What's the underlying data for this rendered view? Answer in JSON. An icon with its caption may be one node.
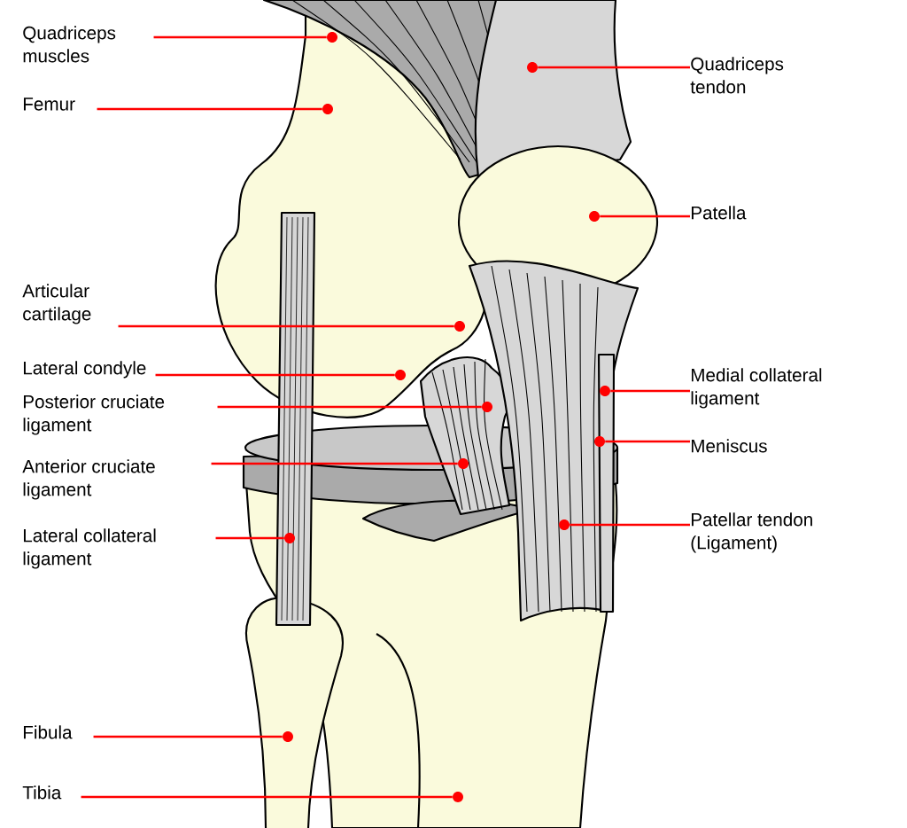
{
  "diagram": {
    "nodes": [
      {
        "text": [
          "Quadriceps muscles"
        ]
      },
      {
        "text": [
          "Quadriceps tendon"
        ]
      },
      {
        "text": [
          "Femur"
        ]
      },
      {
        "text": [
          "Patella"
        ]
      },
      {
        "text": [
          "Articular cartilage"
        ]
      },
      {
        "text": [
          "Lateral condyle"
        ]
      },
      {
        "text": [
          "Medial collateral ligament"
        ]
      },
      {
        "text": [
          "Posterior cruciate ligament"
        ]
      },
      {
        "text": [
          "Meniscus"
        ]
      },
      {
        "text": [
          "Anterior cruciate ligament"
        ]
      },
      {
        "text": [
          "Patellar tendon (Ligament)"
        ]
      },
      {
        "text": [
          "Lateral collateral ligament"
        ]
      },
      {
        "text": [
          "Fibula"
        ]
      },
      {
        "text": [
          "Tibia"
        ]
      },
      {
        "text": [],
        "shape": "circle"
      },
      {
        "text": [],
        "shape": "circle"
      },
      {
        "text": [],
        "shape": "circle"
      },
      {
        "text": [],
        "shape": "circle"
      },
      {
        "text": [],
        "shape": "circle"
      },
      {
        "text": [],
        "shape": "circle"
      },
      {
        "text": [],
        "shape": "circle"
      },
      {
        "text": [],
        "shape": "circle"
      },
      {
        "text": [],
        "shape": "circle"
      },
      {
        "text": [],
        "shape": "circle"
      },
      {
        "text": [],
        "shape": "circle"
      },
      {
        "text": [],
        "shape": "circle"
      },
      {
        "text": [],
        "shape": "circle"
      },
      {
        "text": [],
        "shape": "circle"
      }
    ],
    "edges": [
      {
        "from": 0,
        "to": 14,
        "arrow": "none"
      },
      {
        "from": 1,
        "to": 15,
        "arrow": "none"
      },
      {
        "from": 2,
        "to": 16,
        "arrow": "none"
      },
      {
        "from": 3,
        "to": 17,
        "arrow": "none"
      },
      {
        "from": 4,
        "to": 18,
        "arrow": "none"
      },
      {
        "from": 5,
        "to": 19,
        "arrow": "none"
      },
      {
        "from": 6,
        "to": 20,
        "arrow": "none"
      },
      {
        "from": 7,
        "to": 21,
        "arrow": "none"
      },
      {
        "from": 8,
        "to": 22,
        "arrow": "none"
      },
      {
        "from": 9,
        "to": 23,
        "arrow": "none"
      },
      {
        "from": 10,
        "to": 24,
        "arrow": "none"
      },
      {
        "from": 11,
        "to": 25,
        "arrow": "none"
      },
      {
        "from": 12,
        "to": 26,
        "arrow": "none"
      },
      {
        "from": 13,
        "to": 27,
        "arrow": "none"
      }
    ]
  }
}
